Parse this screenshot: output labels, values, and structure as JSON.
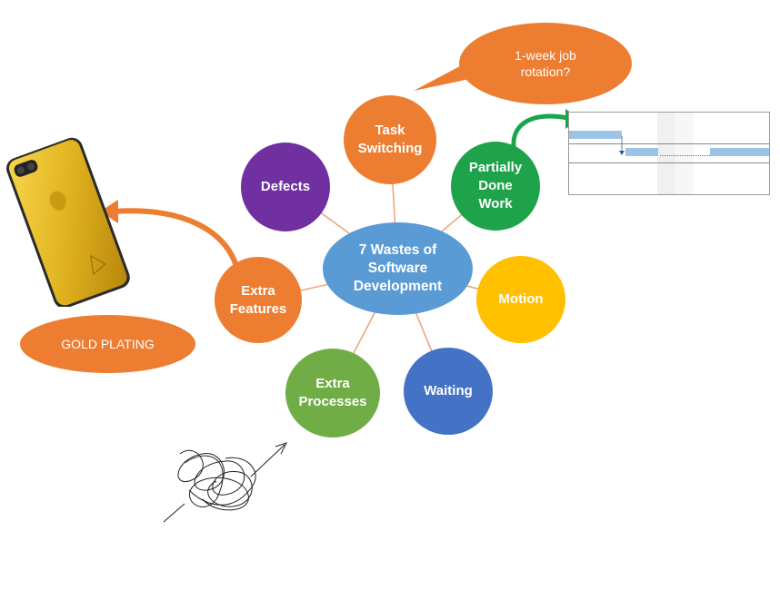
{
  "diagram": {
    "center": {
      "label": "7 Wastes of\nSoftware\nDevelopment",
      "color": "#5b9bd5"
    },
    "wastes": [
      {
        "key": "task-switching",
        "label": "Task\nSwitching",
        "color": "#ed7d31"
      },
      {
        "key": "partially-done-work",
        "label": "Partially\nDone\nWork",
        "color": "#1ea24a"
      },
      {
        "key": "motion",
        "label": "Motion",
        "color": "#ffc000"
      },
      {
        "key": "waiting",
        "label": "Waiting",
        "color": "#4472c4"
      },
      {
        "key": "extra-processes",
        "label": "Extra\nProcesses",
        "color": "#70ad47"
      },
      {
        "key": "extra-features",
        "label": "Extra\nFeatures",
        "color": "#ed7d31"
      },
      {
        "key": "defects",
        "label": "Defects",
        "color": "#7030a0"
      }
    ],
    "connector_color": "#e8a47c"
  },
  "callouts": {
    "job_rotation": "1-week job\nrotation?",
    "gold_plating": "GOLD PLATING"
  },
  "illustrations": {
    "phone": {
      "icon": "gold-smartphone-icon",
      "color": "#d4a017"
    },
    "gantt": {
      "icon": "gantt-chart-icon",
      "bar_color": "#9dc3e6"
    },
    "scribble": {
      "icon": "tangled-scribble-arrow-icon"
    }
  },
  "arrows": {
    "to_phone_color": "#ed7d31",
    "to_gantt_color": "#1aa64a"
  }
}
